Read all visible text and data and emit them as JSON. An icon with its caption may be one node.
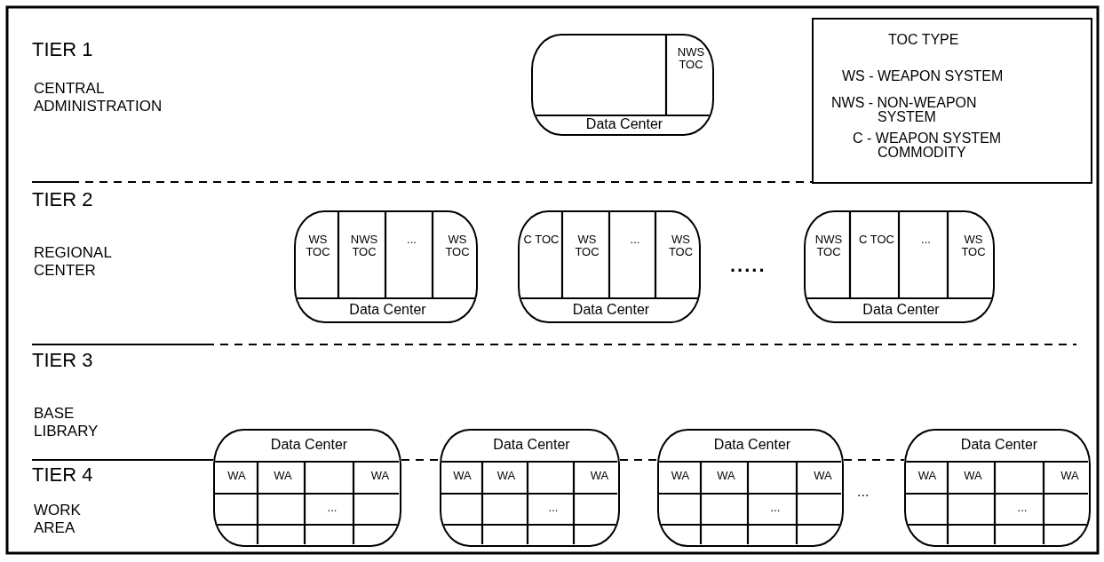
{
  "diagram": {
    "nodes": [
      {
        "text": [],
        "shape": "box"
      },
      {
        "text": [
          "NWS TOC"
        ],
        "in": 0
      },
      {
        "text": [
          "Data Center"
        ],
        "in": 0
      },
      {
        "text": [
          "TOC TYPE",
          "WS - WEAPON SYSTEM",
          "NWS - NON-WEAPON SYSTEM",
          "C - WEAPON SYSTEM COMMODITY"
        ]
      },
      {
        "text": [],
        "shape": "box"
      },
      {
        "text": [
          "WS TOC"
        ],
        "in": 4
      },
      {
        "text": [
          "NWS TOC"
        ],
        "in": 4
      },
      {
        "text": [
          "..."
        ],
        "in": 4
      },
      {
        "text": [
          "WS TOC"
        ],
        "in": 4
      },
      {
        "text": [
          "Data Center"
        ],
        "in": 4
      },
      {
        "text": [],
        "shape": "box"
      },
      {
        "text": [
          "C TOC"
        ],
        "in": 10
      },
      {
        "text": [
          "WS TOC"
        ],
        "in": 10
      },
      {
        "text": [
          "..."
        ],
        "in": 10
      },
      {
        "text": [
          "WS TOC"
        ],
        "in": 10
      },
      {
        "text": [
          "Data Center"
        ],
        "in": 10
      },
      {
        "text": [],
        "shape": "box"
      },
      {
        "text": [
          "NWS TOC"
        ],
        "in": 16
      },
      {
        "text": [
          "C TOC"
        ],
        "in": 16
      },
      {
        "text": [
          "..."
        ],
        "in": 16
      },
      {
        "text": [
          "WS TOC"
        ],
        "in": 16
      },
      {
        "text": [
          "Data Center"
        ],
        "in": 16
      },
      {
        "text": [],
        "shape": "box"
      },
      {
        "text": [
          "Data Center"
        ],
        "in": 22
      },
      {
        "text": [
          "WA"
        ],
        "in": 22
      },
      {
        "text": [
          "WA"
        ],
        "in": 22
      },
      {
        "text": [
          "WA"
        ],
        "in": 22
      },
      {
        "text": [
          "..."
        ],
        "in": 22
      },
      {
        "text": [],
        "shape": "box"
      },
      {
        "text": [
          "Data Center"
        ],
        "in": 28
      },
      {
        "text": [
          "WA"
        ],
        "in": 28
      },
      {
        "text": [
          "WA"
        ],
        "in": 28
      },
      {
        "text": [
          "WA"
        ],
        "in": 28
      },
      {
        "text": [
          "..."
        ],
        "in": 28
      },
      {
        "text": [],
        "shape": "box"
      },
      {
        "text": [
          "Data Center"
        ],
        "in": 34
      },
      {
        "text": [
          "WA"
        ],
        "in": 34
      },
      {
        "text": [
          "WA"
        ],
        "in": 34
      },
      {
        "text": [
          "WA"
        ],
        "in": 34
      },
      {
        "text": [
          "..."
        ],
        "in": 34
      },
      {
        "text": [],
        "shape": "box"
      },
      {
        "text": [
          "Data Center"
        ],
        "in": 40
      },
      {
        "text": [
          "WA"
        ],
        "in": 40
      },
      {
        "text": [
          "WA"
        ],
        "in": 40
      },
      {
        "text": [
          "WA"
        ],
        "in": 40
      },
      {
        "text": [
          "..."
        ],
        "in": 40
      }
    ],
    "labels": [
      "TIER 1",
      "CENTRAL ADMINISTRATION",
      "TIER 2",
      "REGIONAL CENTER",
      ".....",
      "TIER 3",
      "BASE LIBRARY",
      "TIER 4",
      "WORK AREA",
      "..."
    ]
  }
}
